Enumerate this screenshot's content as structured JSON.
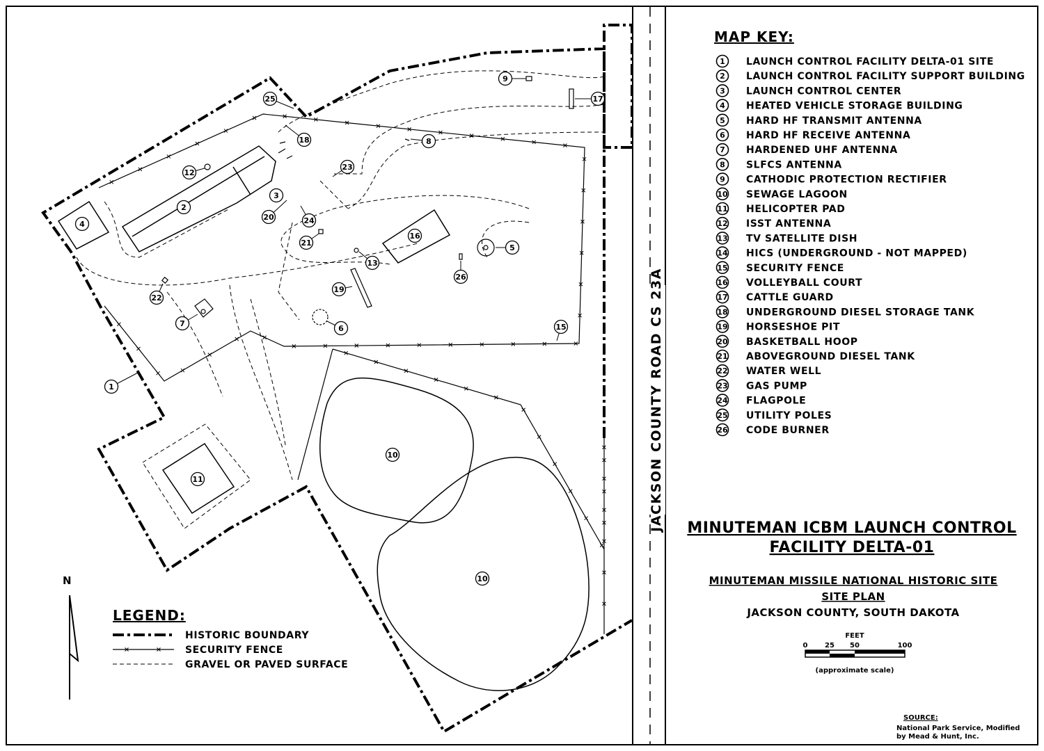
{
  "map_key": {
    "title": "MAP KEY:",
    "items": [
      {
        "num": "1",
        "label": "LAUNCH CONTROL FACILITY DELTA-01 SITE"
      },
      {
        "num": "2",
        "label": "LAUNCH CONTROL FACILITY SUPPORT BUILDING"
      },
      {
        "num": "3",
        "label": "LAUNCH CONTROL CENTER"
      },
      {
        "num": "4",
        "label": "HEATED VEHICLE STORAGE BUILDING"
      },
      {
        "num": "5",
        "label": "HARD HF TRANSMIT ANTENNA"
      },
      {
        "num": "6",
        "label": "HARD HF RECEIVE ANTENNA"
      },
      {
        "num": "7",
        "label": "HARDENED UHF ANTENNA"
      },
      {
        "num": "8",
        "label": "SLFCS ANTENNA"
      },
      {
        "num": "9",
        "label": "CATHODIC PROTECTION RECTIFIER"
      },
      {
        "num": "10",
        "label": "SEWAGE LAGOON"
      },
      {
        "num": "11",
        "label": "HELICOPTER PAD"
      },
      {
        "num": "12",
        "label": "ISST ANTENNA"
      },
      {
        "num": "13",
        "label": "TV SATELLITE DISH"
      },
      {
        "num": "14",
        "label": "HICS (UNDERGROUND - NOT MAPPED)"
      },
      {
        "num": "15",
        "label": "SECURITY FENCE"
      },
      {
        "num": "16",
        "label": "VOLLEYBALL COURT"
      },
      {
        "num": "17",
        "label": "CATTLE GUARD"
      },
      {
        "num": "18",
        "label": "UNDERGROUND DIESEL STORAGE TANK"
      },
      {
        "num": "19",
        "label": "HORSESHOE PIT"
      },
      {
        "num": "20",
        "label": "BASKETBALL HOOP"
      },
      {
        "num": "21",
        "label": "ABOVEGROUND DIESEL TANK"
      },
      {
        "num": "22",
        "label": "WATER WELL"
      },
      {
        "num": "23",
        "label": "GAS PUMP"
      },
      {
        "num": "24",
        "label": "FLAGPOLE"
      },
      {
        "num": "25",
        "label": "UTILITY POLES"
      },
      {
        "num": "26",
        "label": "CODE BURNER"
      }
    ]
  },
  "title": {
    "line1": "MINUTEMAN ICBM LAUNCH CONTROL",
    "line2": "FACILITY DELTA-01",
    "sub1": "MINUTEMAN MISSILE NATIONAL HISTORIC SITE",
    "sub2": "SITE PLAN",
    "sub3": "JACKSON COUNTY, SOUTH DAKOTA"
  },
  "scale": {
    "unit": "FEET",
    "ticks": [
      "0",
      "25",
      "50",
      "100"
    ],
    "note": "(approximate scale)"
  },
  "source": {
    "label": "SOURCE:",
    "line1": "National Park Service, Modified",
    "line2": "by Mead & Hunt, Inc."
  },
  "legend": {
    "title": "LEGEND:",
    "items": [
      "HISTORIC BOUNDARY",
      "SECURITY FENCE",
      "GRAVEL OR PAVED SURFACE"
    ]
  },
  "road_label": "JACKSON COUNTY ROAD CS 23A",
  "north_label": "N",
  "callouts": [
    "1",
    "2",
    "3",
    "4",
    "5",
    "6",
    "7",
    "8",
    "9",
    "10",
    "10",
    "11",
    "12",
    "13",
    "15",
    "16",
    "17",
    "18",
    "19",
    "20",
    "21",
    "22",
    "23",
    "24",
    "25",
    "26"
  ]
}
